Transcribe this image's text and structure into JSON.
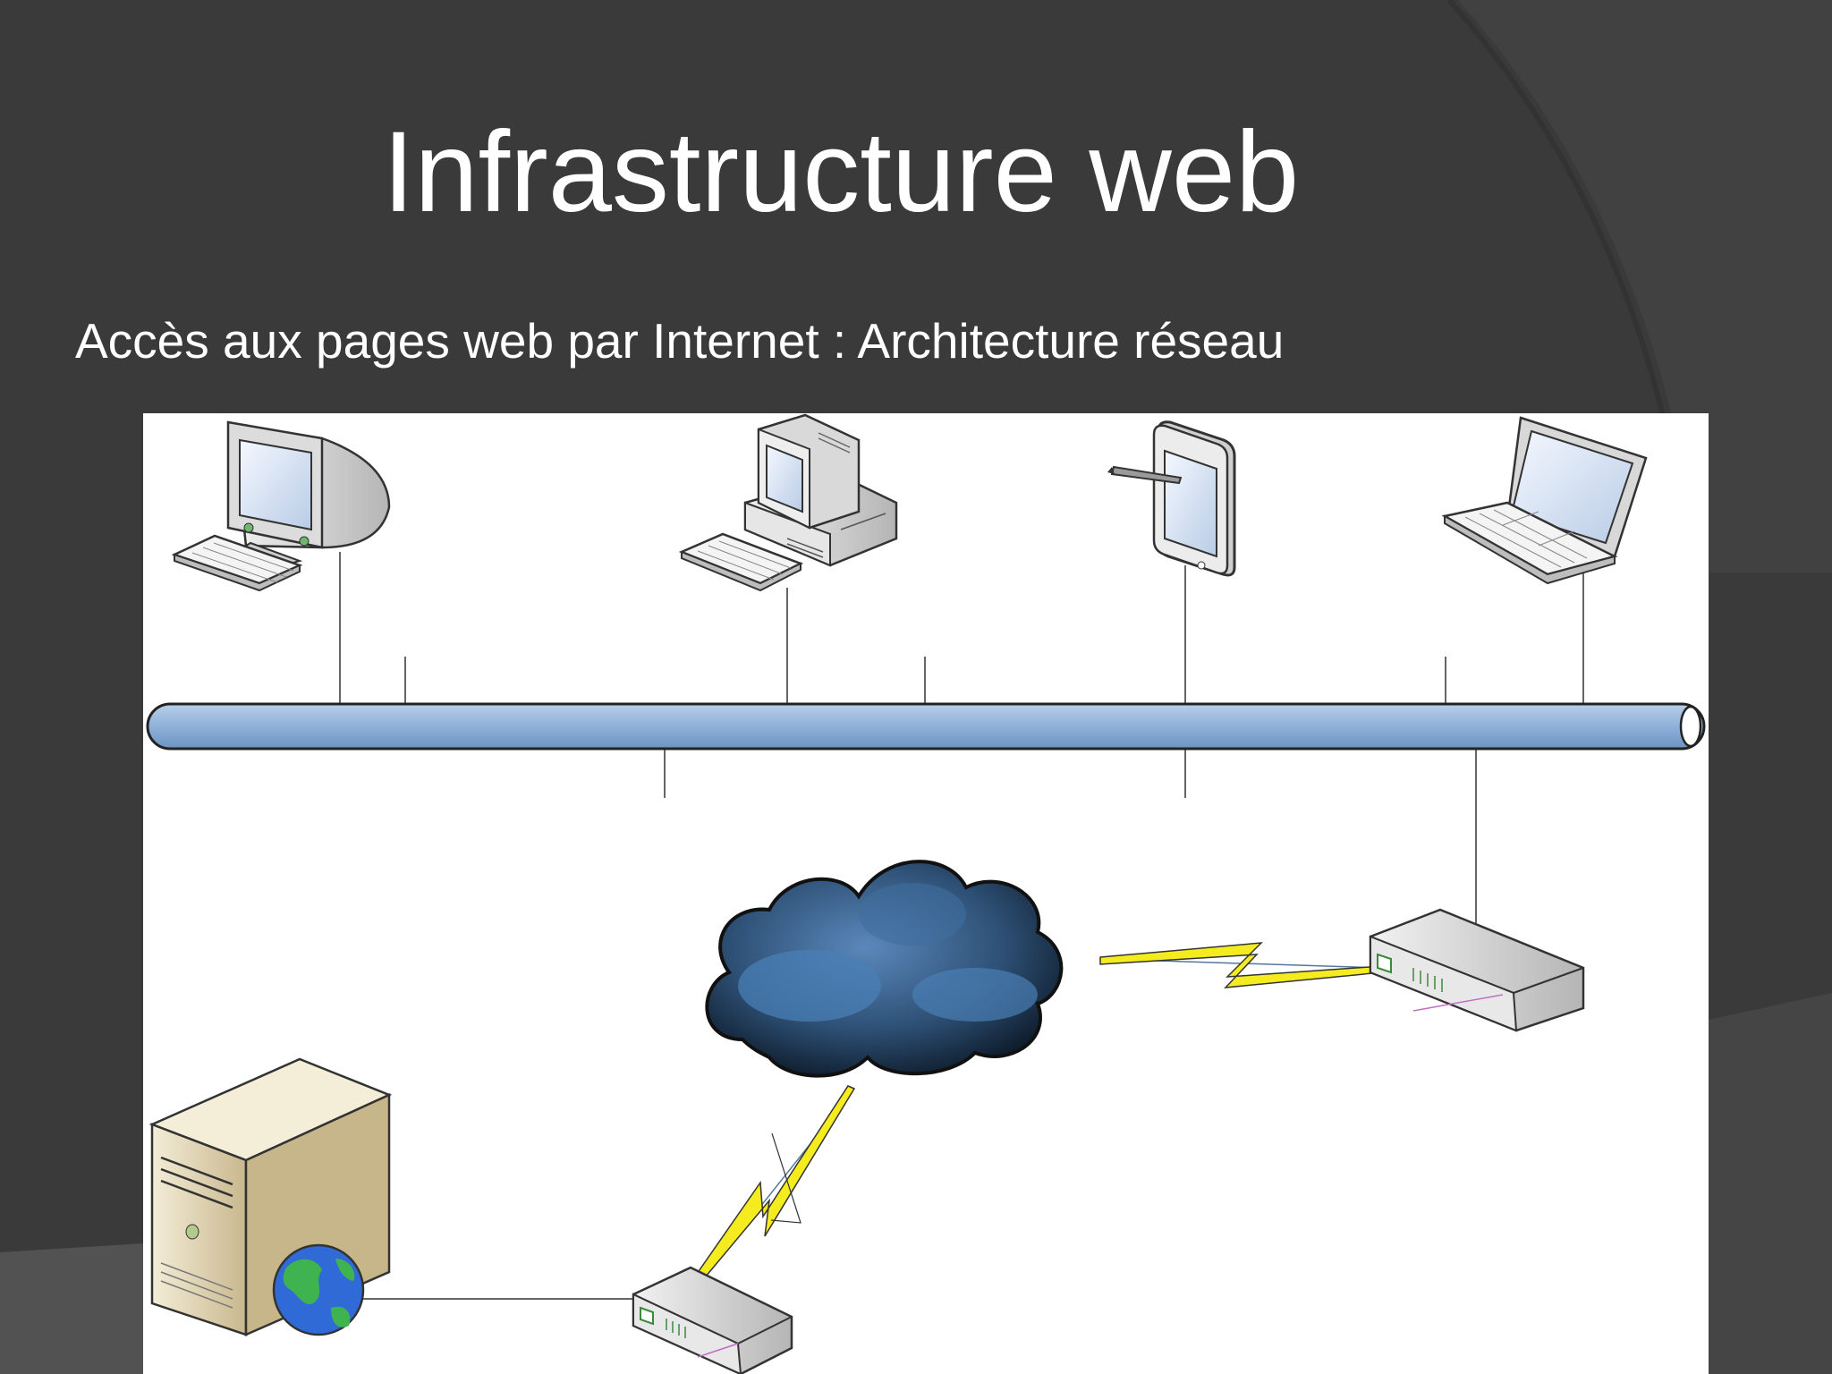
{
  "slide": {
    "title": "Infrastructure web",
    "subtitle": "Accès aux pages web par Internet : Architecture réseau"
  },
  "theme": {
    "background": "#3a3a3a",
    "arc_color": "#444444",
    "text_color": "#ffffff",
    "bus_color": "#8fb1d9",
    "cloud_color": "#2d4f74",
    "lightning_color": "#f4ec1f",
    "server_color": "#e6dcc0"
  },
  "diagram": {
    "devices": [
      {
        "name": "crt-monitor-computer-icon"
      },
      {
        "name": "desktop-computer-icon"
      },
      {
        "name": "tablet-with-stylus-icon"
      },
      {
        "name": "laptop-icon"
      },
      {
        "name": "internet-cloud-icon"
      },
      {
        "name": "lan-router-icon"
      },
      {
        "name": "web-server-icon"
      },
      {
        "name": "server-router-icon"
      }
    ],
    "links": [
      {
        "from": "crt-monitor-computer-icon",
        "to": "ethernet-bus",
        "type": "wired"
      },
      {
        "from": "desktop-computer-icon",
        "to": "ethernet-bus",
        "type": "wired"
      },
      {
        "from": "tablet-with-stylus-icon",
        "to": "ethernet-bus",
        "type": "wired"
      },
      {
        "from": "laptop-icon",
        "to": "ethernet-bus",
        "type": "wired"
      },
      {
        "from": "ethernet-bus",
        "to": "lan-router-icon",
        "type": "wired"
      },
      {
        "from": "lan-router-icon",
        "to": "internet-cloud-icon",
        "type": "wan-lightning"
      },
      {
        "from": "internet-cloud-icon",
        "to": "server-router-icon",
        "type": "wan-lightning"
      },
      {
        "from": "server-router-icon",
        "to": "web-server-icon",
        "type": "wired"
      }
    ]
  }
}
